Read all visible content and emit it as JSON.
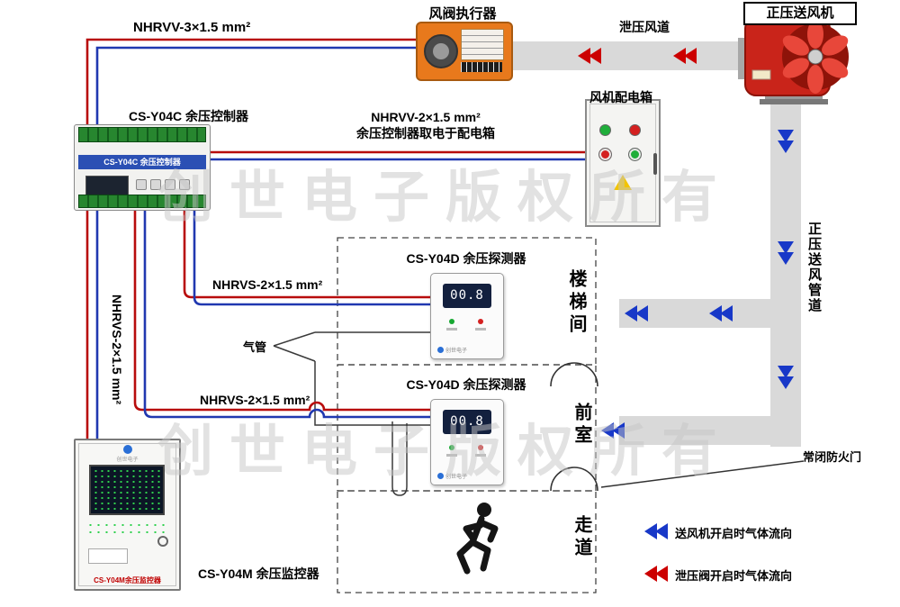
{
  "watermark": {
    "text": "创世电子版权所有"
  },
  "labels": {
    "fan": "正压送风机",
    "actuator": "风阀执行器",
    "relief_duct": "泄压风道",
    "distribution_box": "风机配电箱",
    "controller": "CS-Y04C 余压控制器",
    "cable_actuator": "NHRVV-3×1.5 mm²",
    "cable_power_1": "NHRVV-2×1.5 mm²",
    "cable_power_2": "余压控制器取电于配电箱",
    "cable_detector1": "NHRVS-2×1.5 mm²",
    "cable_detector2": "NHRVS-2×1.5 mm²",
    "cable_monitor": "NHRVS-2×1.5 mm²",
    "air_tube": "气管",
    "detector1": "CS-Y04D 余压探测器",
    "detector2": "CS-Y04D 余压探测器",
    "room_stairwell": "楼梯间",
    "room_front": "前室",
    "room_corridor": "走道",
    "supply_duct": "正压送风管道",
    "fire_door": "常闭防火门",
    "monitor": "CS-Y04M 余压监控器"
  },
  "devices": {
    "controller": {
      "band": "CS-Y04C 余压控制器"
    },
    "detector1": {
      "reading": "00.8",
      "brand": "创世电子"
    },
    "detector2": {
      "reading": "00.8",
      "brand": "创世电子"
    },
    "monitor": {
      "model": "CS-Y04M余压监控器",
      "brand": "创世电子"
    }
  },
  "legend": {
    "supply": {
      "text": "送风机开启时气体流向",
      "color": "#1838c8"
    },
    "relief": {
      "text": "泄压阀开启时气体流向",
      "color": "#cc0000"
    }
  },
  "colors": {
    "wire_red": "#b80c0c",
    "wire_blue": "#2038b0",
    "duct": "#d9d9d9",
    "arrow_blue": "#1838c8",
    "arrow_red": "#cc0000"
  }
}
